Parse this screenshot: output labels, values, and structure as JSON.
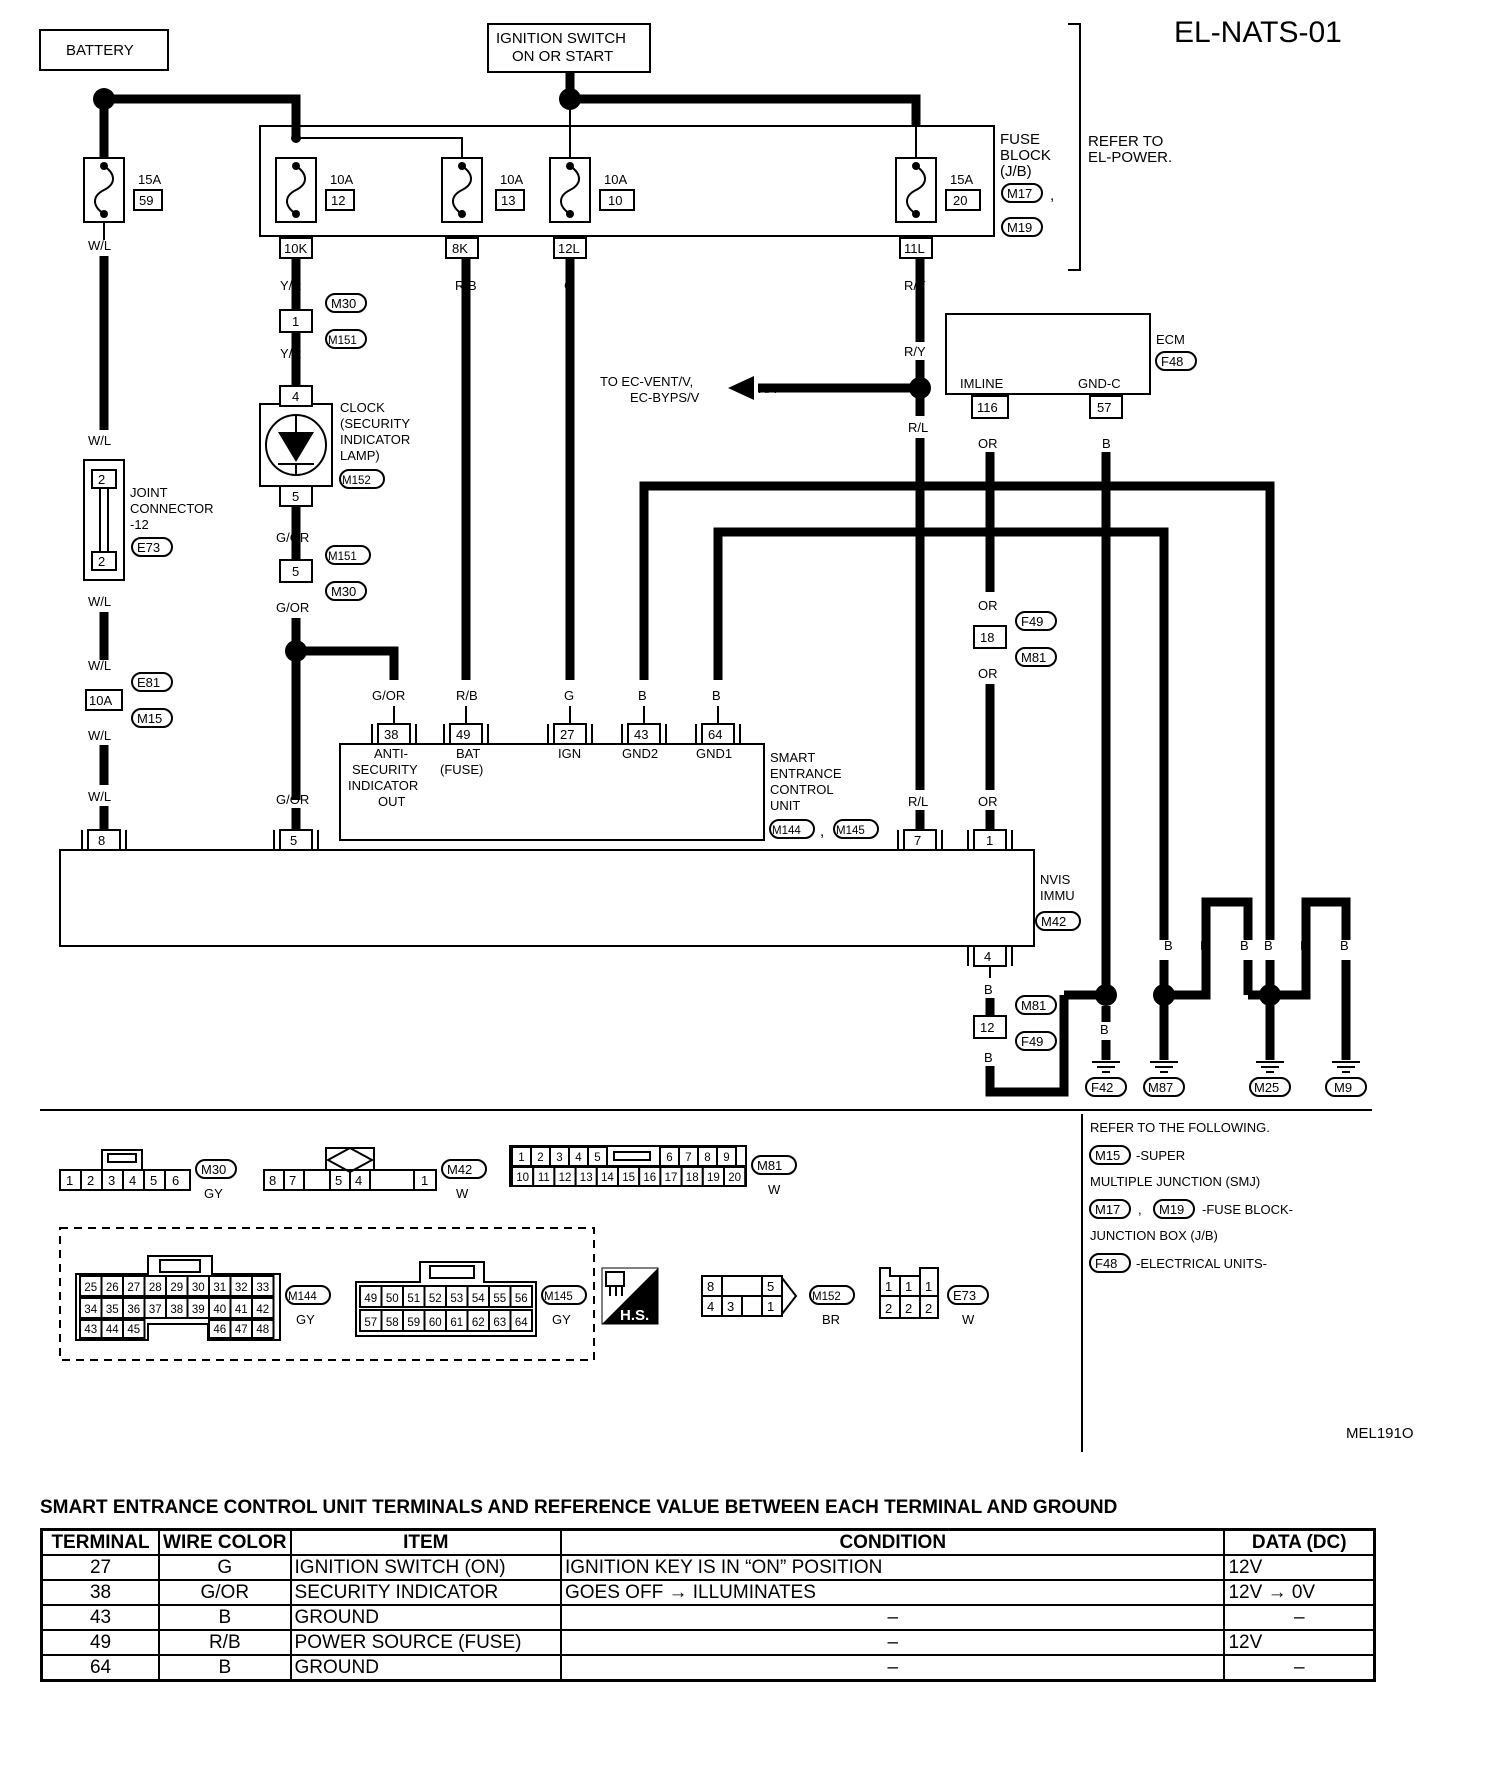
{
  "page_id": "EL-NATS-01",
  "figure_code": "MEL191O",
  "sources": {
    "battery": "BATTERY",
    "ignition_line1": "IGNITION SWITCH",
    "ignition_line2": "ON OR START"
  },
  "fuses": [
    {
      "amp": "15A",
      "num": "59"
    },
    {
      "amp": "10A",
      "num": "12",
      "conn": "10K"
    },
    {
      "amp": "10A",
      "num": "13",
      "conn": "8K"
    },
    {
      "amp": "10A",
      "num": "10",
      "conn": "12L"
    },
    {
      "amp": "15A",
      "num": "20",
      "conn": "11L"
    }
  ],
  "fuse_block": {
    "line1": "FUSE",
    "line2": "BLOCK",
    "line3": "(J/B)",
    "conn1": "M17",
    "conn2": "M19",
    "refer1": "REFER TO",
    "refer2": "EL-POWER."
  },
  "wire_colors": {
    "wl": "W/L",
    "yr": "Y/R",
    "rb": "R/B",
    "g": "G",
    "ry": "R/Y",
    "rl": "R/L",
    "gor": "G/OR",
    "or": "OR",
    "b": "B"
  },
  "ecm": {
    "label": "ECM",
    "conn": "F48",
    "pin1_label": "IMLINE",
    "pin1": "116",
    "pin2_label": "GND-C",
    "pin2": "57"
  },
  "to_ec": {
    "line1": "TO EC-VENT/V,",
    "line2": "EC-BYPS/V"
  },
  "clock": {
    "line1": "CLOCK",
    "line2": "(SECURITY",
    "line3": "INDICATOR",
    "line4": "LAMP)",
    "conn": "M152",
    "pin_top": "4",
    "pin_bottom": "5"
  },
  "connectors": {
    "m30": "M30",
    "m151": "M151",
    "e73": "E73",
    "e81": "E81",
    "m15": "M15",
    "f49": "F49",
    "m81": "M81",
    "m42": "M42",
    "m144": "M144",
    "m145": "M145"
  },
  "pins": {
    "c1": "1",
    "c2": "2",
    "c5": "5",
    "c10a": "10A",
    "c18": "18",
    "c12": "12",
    "c8": "8",
    "c7": "7",
    "c4": "4"
  },
  "joint_connector": {
    "line1": "JOINT",
    "line2": "CONNECTOR",
    "line3": "-12"
  },
  "secu": {
    "line1": "SMART",
    "line2": "ENTRANCE",
    "line3": "CONTROL",
    "line4": "UNIT",
    "pins": [
      {
        "num": "38",
        "wire": "G/OR",
        "label1": "ANTI-",
        "label2": "SECURITY",
        "label3": "INDICATOR",
        "label4": "OUT"
      },
      {
        "num": "49",
        "wire": "R/B",
        "label1": "BAT",
        "label2": "(FUSE)"
      },
      {
        "num": "27",
        "wire": "G",
        "label1": "IGN"
      },
      {
        "num": "43",
        "wire": "B",
        "label1": "GND2"
      },
      {
        "num": "64",
        "wire": "B",
        "label1": "GND1"
      }
    ]
  },
  "nvis": {
    "line1": "NVIS",
    "line2": "IMMU"
  },
  "grounds": [
    "F42",
    "M87",
    "M25",
    "M9"
  ],
  "connector_views": [
    {
      "id": "M30",
      "color": "GY",
      "pins": [
        "1",
        "2",
        "3",
        "4",
        "5",
        "6"
      ]
    },
    {
      "id": "M42",
      "color": "W",
      "pins": [
        "8",
        "7",
        "5",
        "4",
        "1"
      ]
    },
    {
      "id": "M81",
      "color": "W",
      "row1": [
        "1",
        "2",
        "3",
        "4",
        "5",
        "6",
        "7",
        "8",
        "9"
      ],
      "row2": [
        "10",
        "11",
        "12",
        "13",
        "14",
        "15",
        "16",
        "17",
        "18",
        "19",
        "20"
      ]
    },
    {
      "id": "M144",
      "color": "GY",
      "row1": [
        "25",
        "26",
        "27",
        "28",
        "29",
        "30",
        "31",
        "32",
        "33"
      ],
      "row2": [
        "34",
        "35",
        "36",
        "37",
        "38",
        "39",
        "40",
        "41",
        "42"
      ],
      "row3": [
        "43",
        "44",
        "45",
        "46",
        "47",
        "48"
      ]
    },
    {
      "id": "M145",
      "color": "GY",
      "row1": [
        "49",
        "50",
        "51",
        "52",
        "53",
        "54",
        "55",
        "56"
      ],
      "row2": [
        "57",
        "58",
        "59",
        "60",
        "61",
        "62",
        "63",
        "64"
      ]
    },
    {
      "id": "M152",
      "color": "BR",
      "row1": [
        "8",
        "5"
      ],
      "row2": [
        "4",
        "3",
        "1"
      ]
    },
    {
      "id": "E73",
      "color": "W",
      "row1": [
        "1",
        "1",
        "1"
      ],
      "row2": [
        "2",
        "2",
        "2"
      ]
    }
  ],
  "hs_label": "H.S.",
  "refer_following": {
    "title": "REFER TO THE FOLLOWING.",
    "m15": "M15",
    "m15_text": "-SUPER",
    "smj_text": "MULTIPLE JUNCTION (SMJ)",
    "m17": "M17",
    "m19": "M19",
    "fb_text": "-FUSE BLOCK-",
    "jb_text": "JUNCTION BOX (J/B)",
    "f48": "F48",
    "eu_text": "-ELECTRICAL UNITS-"
  },
  "table": {
    "title": "SMART ENTRANCE CONTROL UNIT TERMINALS AND REFERENCE VALUE BETWEEN EACH TERMINAL AND GROUND",
    "headers": [
      "TERMINAL",
      "WIRE COLOR",
      "ITEM",
      "CONDITION",
      "DATA (DC)"
    ],
    "rows": [
      [
        "27",
        "G",
        "IGNITION SWITCH (ON)",
        "IGNITION KEY IS IN “ON” POSITION",
        "12V"
      ],
      [
        "38",
        "G/OR",
        "SECURITY INDICATOR",
        "GOES OFF → ILLUMINATES",
        "12V → 0V"
      ],
      [
        "43",
        "B",
        "GROUND",
        "–",
        "–"
      ],
      [
        "49",
        "R/B",
        "POWER SOURCE (FUSE)",
        "–",
        "12V"
      ],
      [
        "64",
        "B",
        "GROUND",
        "–",
        "–"
      ]
    ]
  }
}
